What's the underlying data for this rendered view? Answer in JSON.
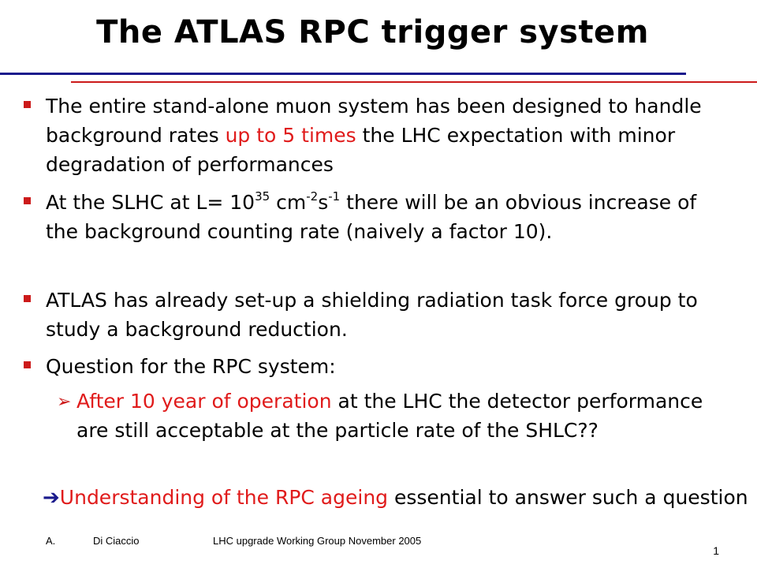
{
  "slide": {
    "title": "The ATLAS RPC trigger system",
    "colors": {
      "rule_top": "#1a1a8c",
      "rule_bottom": "#cc1a1a",
      "highlight": "#e01b1b",
      "bullet_mark": "#cc1a1a"
    },
    "bullets": [
      {
        "pre": "The entire stand-alone muon system has been designed to handle background rates ",
        "highlight": "up to 5 times",
        "post": " the LHC expectation with minor degradation of performances"
      },
      {
        "pre": "At the SLHC at L= 10",
        "sup1": "35",
        "mid1": " cm",
        "sup2": "-2",
        "mid2": "s",
        "sup3": "-1",
        "post": " there will be an obvious increase of the background counting rate (naively a factor 10)."
      },
      {
        "text": "ATLAS has already set-up a shielding radiation task force group to study a background reduction."
      },
      {
        "text": "Question for the RPC system:"
      }
    ],
    "sub_bullet": {
      "highlight": "After 10 year of operation",
      "post": " at the LHC the detector performance are still acceptable at the particle rate of the SHLC??"
    },
    "conclusion": {
      "arrow_icon": "arrow-right-icon",
      "highlight": "Understanding of the RPC ageing",
      "post": " essential to answer such a question"
    },
    "footer": {
      "author_initial": "A.",
      "author_name": "Di Ciaccio",
      "event": "LHC upgrade Working Group  November 2005",
      "page": "1"
    }
  }
}
